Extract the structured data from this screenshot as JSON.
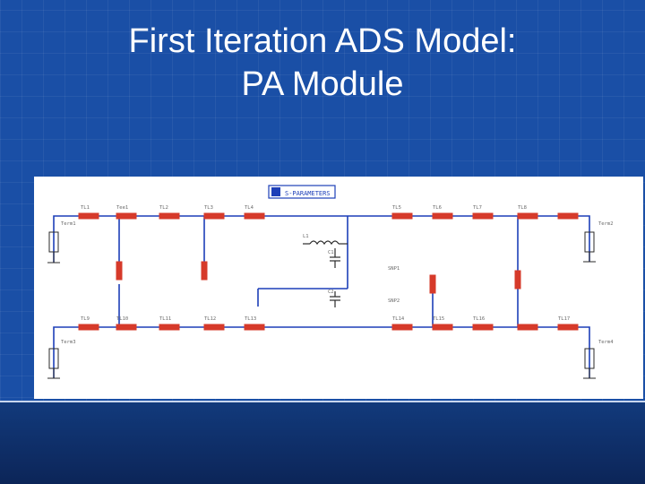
{
  "slide": {
    "title_line1": "First Iteration ADS Model:",
    "title_line2": "PA Module"
  },
  "schematic": {
    "param_sweep_label": "S-PARAMETERS",
    "colors": {
      "background": "#1a4fa6",
      "wire": "#1d3fb8",
      "component": "#d63a2a",
      "text": "#6a6a6a"
    },
    "components": [
      {
        "id": "term1",
        "name": "Term1"
      },
      {
        "id": "tl1",
        "name": "TL1"
      },
      {
        "id": "tee1",
        "name": "Tee1"
      },
      {
        "id": "tl2",
        "name": "TL2"
      },
      {
        "id": "tl3",
        "name": "TL3"
      },
      {
        "id": "tl4",
        "name": "TL4"
      },
      {
        "id": "l1",
        "name": "L1"
      },
      {
        "id": "c1",
        "name": "C1"
      },
      {
        "id": "c2",
        "name": "C2"
      },
      {
        "id": "tl5",
        "name": "TL5"
      },
      {
        "id": "tl6",
        "name": "TL6"
      },
      {
        "id": "tl7",
        "name": "TL7"
      },
      {
        "id": "tl8",
        "name": "TL8"
      },
      {
        "id": "term2",
        "name": "Term2"
      },
      {
        "id": "term3",
        "name": "Term3"
      },
      {
        "id": "tl9",
        "name": "TL9"
      },
      {
        "id": "tl10",
        "name": "TL10"
      },
      {
        "id": "tl11",
        "name": "TL11"
      },
      {
        "id": "tl12",
        "name": "TL12"
      },
      {
        "id": "tl13",
        "name": "TL13"
      },
      {
        "id": "tl14",
        "name": "TL14"
      },
      {
        "id": "tl15",
        "name": "TL15"
      },
      {
        "id": "term4",
        "name": "Term4"
      },
      {
        "id": "snp1",
        "name": "SNP1"
      },
      {
        "id": "snp2",
        "name": "SNP2"
      },
      {
        "id": "tl16",
        "name": "TL16"
      },
      {
        "id": "tl17",
        "name": "TL17"
      }
    ]
  }
}
